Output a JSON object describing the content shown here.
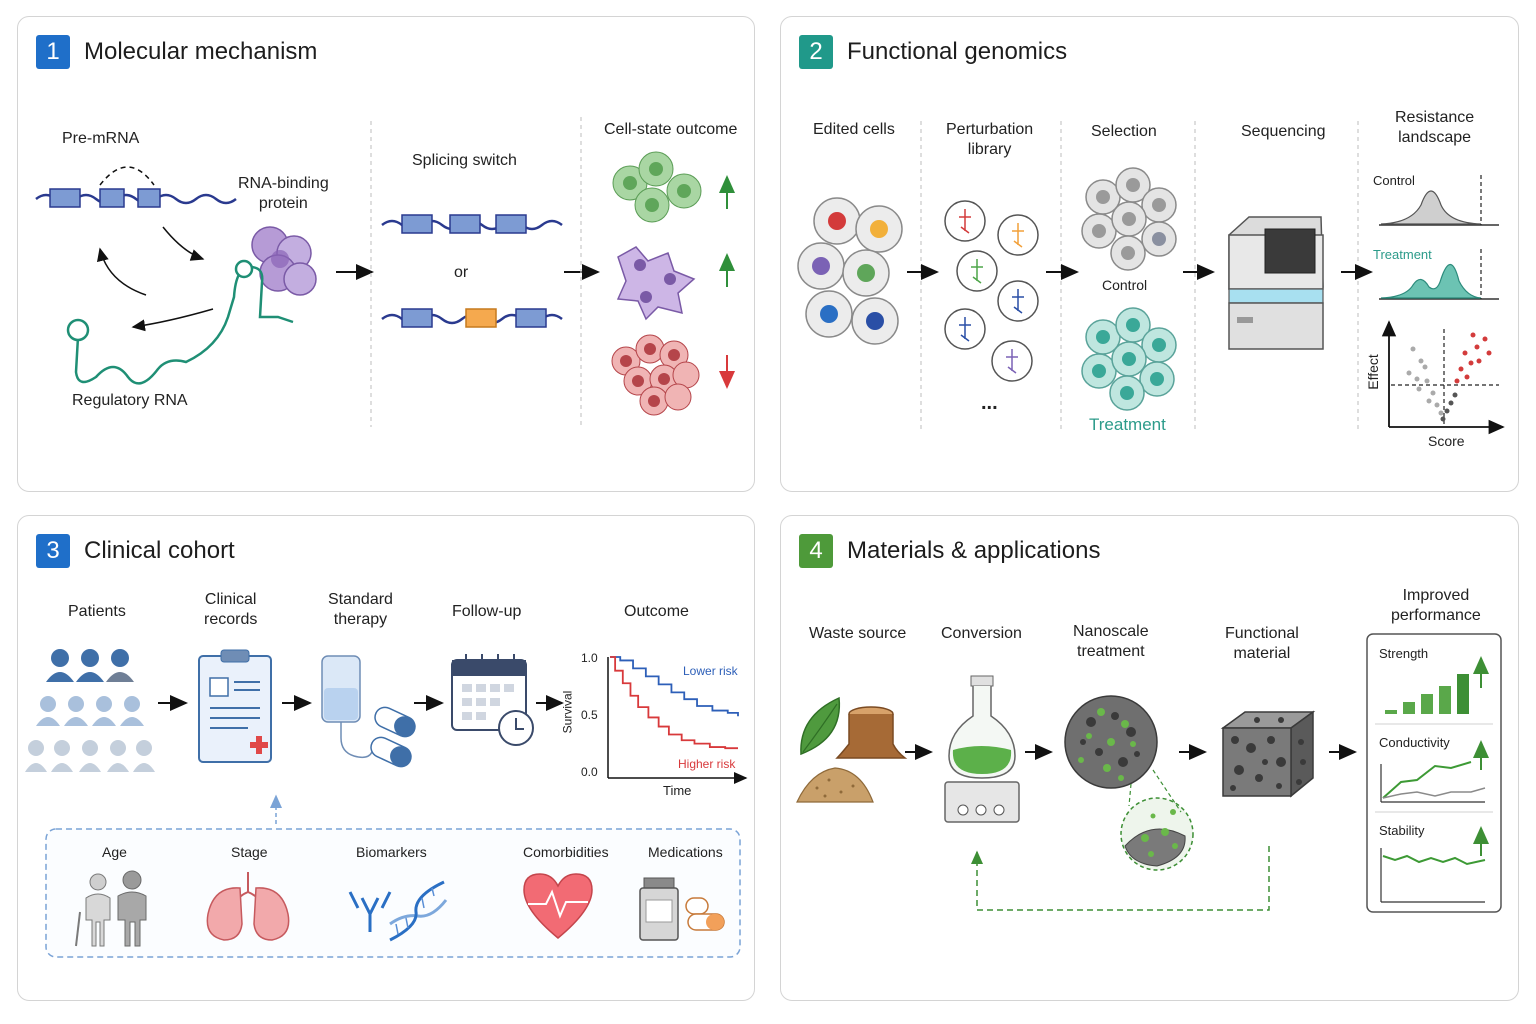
{
  "panel1": {
    "number": "1",
    "title": "Molecular mechanism",
    "badge_color": "#1f6fc9",
    "labels": {
      "pre_mrna": "Pre-mRNA",
      "rna_binding_protein": "RNA-binding\nprotein",
      "regulatory_rna": "Regulatory RNA",
      "splicing_switch": "Splicing switch",
      "or": "or",
      "cell_state_outcome": "Cell-state outcome"
    }
  },
  "panel2": {
    "number": "2",
    "title": "Functional genomics",
    "badge_color": "#20998a",
    "labels": {
      "edited_cells": "Edited cells",
      "perturbation_library": "Perturbation\nlibrary",
      "selection": "Selection",
      "control_cells": "Control",
      "treatment_cells": "Treatment",
      "sequencing": "Sequencing",
      "resistance_landscape": "Resistance\nlandscape",
      "control_plot": "Control",
      "treatment_plot": "Treatment",
      "effect_axis": "Effect",
      "score_axis": "Score",
      "ellipsis": "..."
    }
  },
  "panel3": {
    "number": "3",
    "title": "Clinical cohort",
    "badge_color": "#1f6fc9",
    "labels": {
      "patients": "Patients",
      "clinical_records": "Clinical\nrecords",
      "standard_therapy": "Standard\ntherapy",
      "follow_up": "Follow-up",
      "outcome": "Outcome"
    },
    "covariates": [
      "Age",
      "Stage",
      "Biomarkers",
      "Comorbidities",
      "Medications"
    ]
  },
  "panel4": {
    "number": "4",
    "title": "Materials & applications",
    "badge_color": "#4e9a3a",
    "labels": {
      "waste_source": "Waste source",
      "conversion": "Conversion",
      "nanoscale_treatment": "Nanoscale\ntreatment",
      "functional_material": "Functional\nmaterial",
      "improved_performance": "Improved\nperformance"
    },
    "metrics": [
      "Strength",
      "Conductivity",
      "Stability"
    ]
  },
  "chart_data": {
    "type": "line",
    "ylabel": "Survival",
    "xlabel": "Time",
    "ylim": [
      0,
      1
    ],
    "yticks": [
      1.0,
      0.5,
      0.0
    ],
    "ytick_labels": [
      "1.0",
      "0.5",
      "0.0"
    ],
    "series": [
      {
        "name": "Lower risk",
        "color": "#2d5fb8",
        "x": [
          0,
          0.08,
          0.18,
          0.28,
          0.38,
          0.48,
          0.58,
          0.68,
          0.8,
          0.92,
          1.0
        ],
        "y": [
          1.0,
          0.97,
          0.9,
          0.83,
          0.76,
          0.69,
          0.63,
          0.57,
          0.53,
          0.51,
          0.48
        ]
      },
      {
        "name": "Higher risk",
        "color": "#d8393b",
        "x": [
          0,
          0.04,
          0.1,
          0.16,
          0.22,
          0.3,
          0.38,
          0.46,
          0.56,
          0.66,
          0.78,
          0.9,
          1.0
        ],
        "y": [
          1.0,
          0.88,
          0.77,
          0.66,
          0.56,
          0.47,
          0.39,
          0.32,
          0.27,
          0.24,
          0.21,
          0.2,
          0.2
        ]
      }
    ]
  }
}
